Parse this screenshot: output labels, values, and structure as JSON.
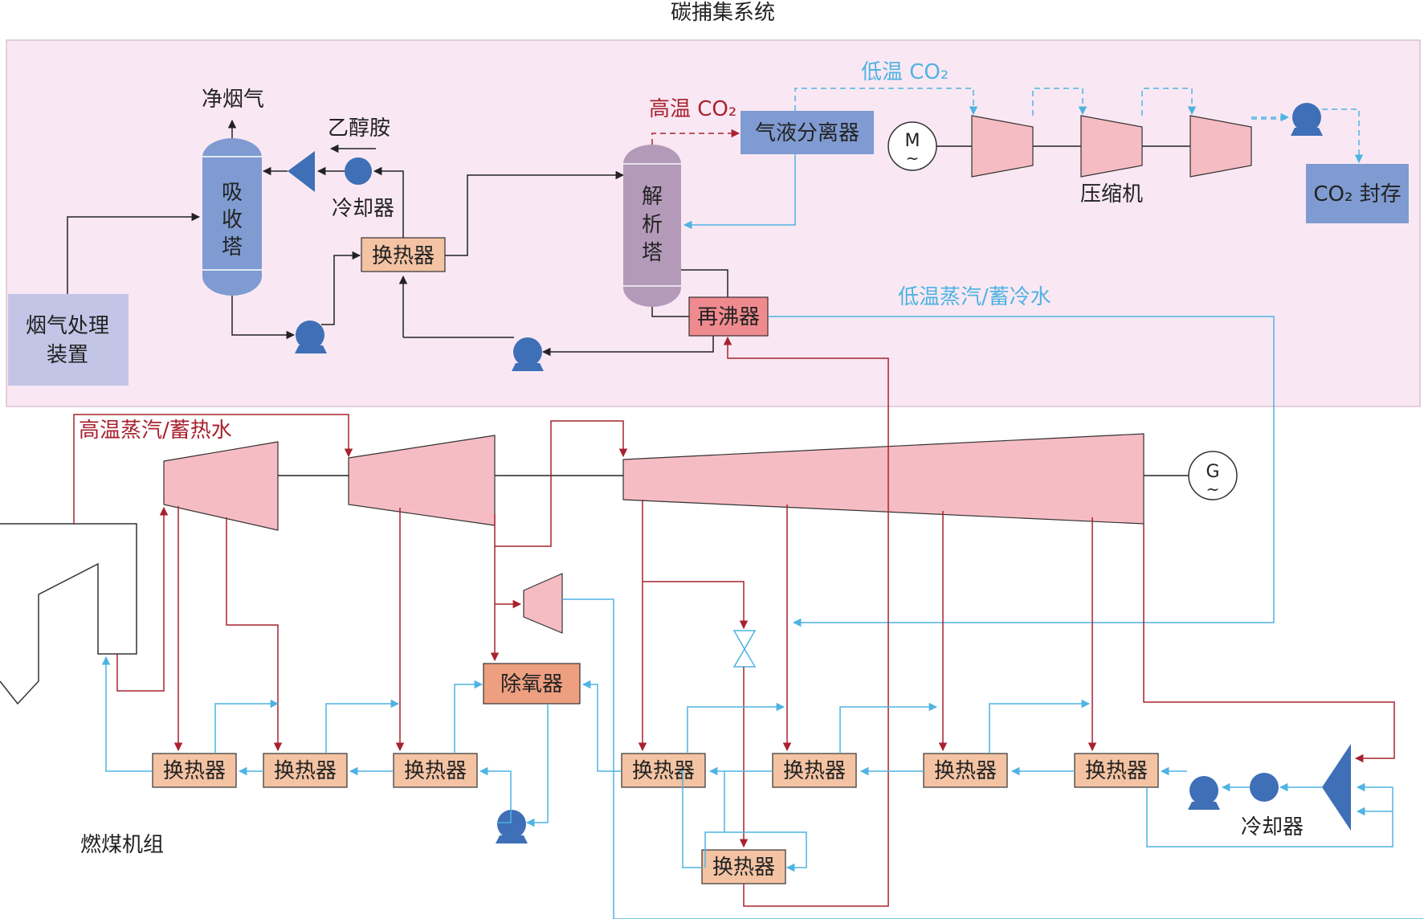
{
  "title_carbon": "碳捕集系统",
  "title_coal": "燃煤机组",
  "labels": {
    "clean_flue_gas": "净烟气",
    "ethanolamine": "乙醇胺",
    "cooler": "冷却器",
    "cooler_right": "冷却器",
    "absorber": [
      "吸",
      "收",
      "塔"
    ],
    "desorber": [
      "解",
      "析",
      "塔"
    ],
    "flue_gas_treatment": [
      "烟气处理",
      "装置"
    ],
    "heat_exchanger": "换热器",
    "gas_liquid_separator": "气液分离器",
    "reboiler": "再沸器",
    "high_temp_co2": "高温 CO₂",
    "low_temp_co2": "低温 CO₂",
    "compressor": "压缩机",
    "co2_storage": "CO₂ 封存",
    "low_temp_steam": "低温蒸汽/蓄冷水",
    "high_temp_steam": "高温蒸汽/蓄热水",
    "deaerator": "除氧器",
    "motor": "M",
    "generator": "G",
    "tilde": "~"
  },
  "colors": {
    "panel_bg": "#f9e8f3",
    "panel_border": "#d7c3d0",
    "tower_blue": "#7f9bd1",
    "tower_purple": "#b49ab9",
    "flue_box": "#c3c5e6",
    "hx_fill": "#f3c3a3",
    "separator_fill": "#7f9bd1",
    "reboiler_fill": "#ef8a8f",
    "deaerator_fill": "#ee9f80",
    "turbine_fill": "#f6bcc3",
    "pump_blue": "#3e6fb7",
    "line_black": "#222222",
    "line_red": "#a8222f",
    "line_cyan": "#4fb3e3",
    "text_red": "#a8222f",
    "text_cyan": "#4fb3e3"
  }
}
